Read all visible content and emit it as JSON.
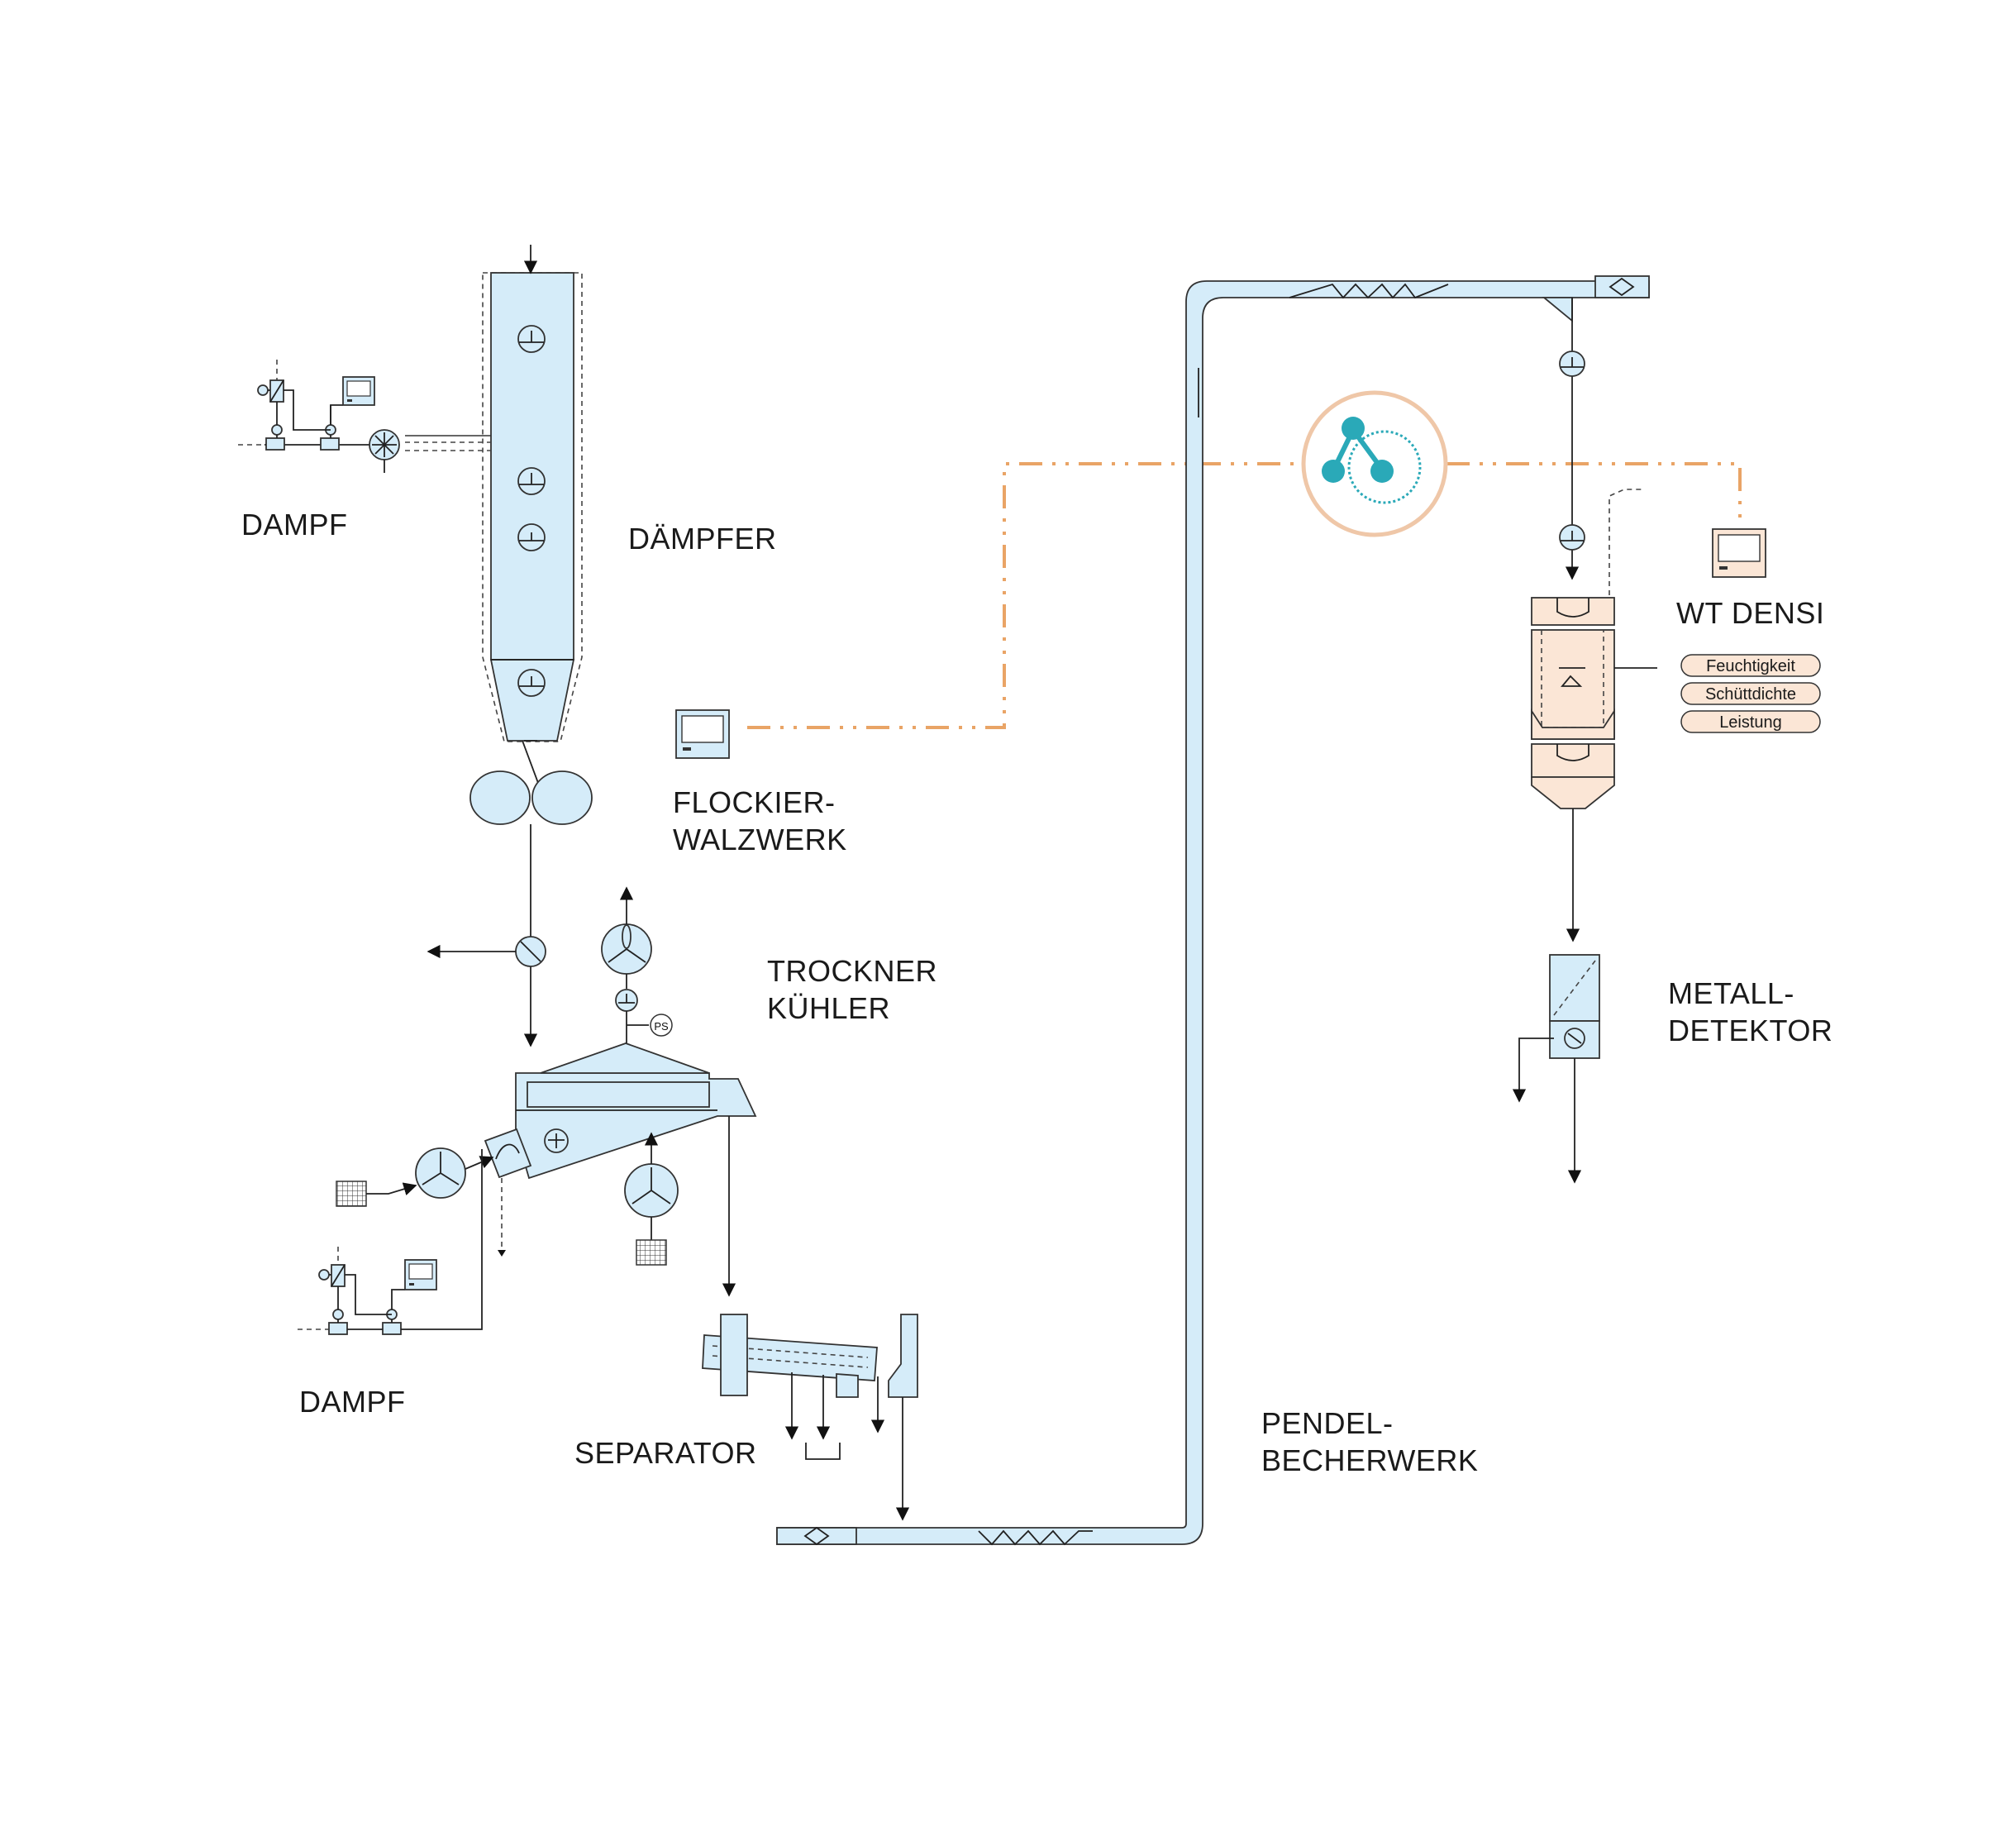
{
  "diagram": {
    "labels": {
      "dampf_top": "DAMPF",
      "daempfer": "DÄMPFER",
      "flockier_1": "FLOCKIER-",
      "flockier_2": "WALZWERK",
      "trockner_1": "TROCKNER",
      "trockner_2": "KÜHLER",
      "dampf_bottom": "DAMPF",
      "separator": "SEPARATOR",
      "pendel_1": "PENDEL-",
      "pendel_2": "BECHERWERK",
      "wtdensi": "WT DENSI",
      "metall_1": "METALL-",
      "metall_2": "DETEKTOR",
      "ps": "PS"
    },
    "measurements": [
      "Feuchtigkeit",
      "Schüttdichte",
      "Leistung"
    ],
    "colors": {
      "equipment_fill": "#d5ecf9",
      "densi_fill": "#fbe6d6",
      "signal_line": "#e9a466",
      "network_icon": "#2aa9b8",
      "network_ring": "#efc7a8"
    }
  }
}
